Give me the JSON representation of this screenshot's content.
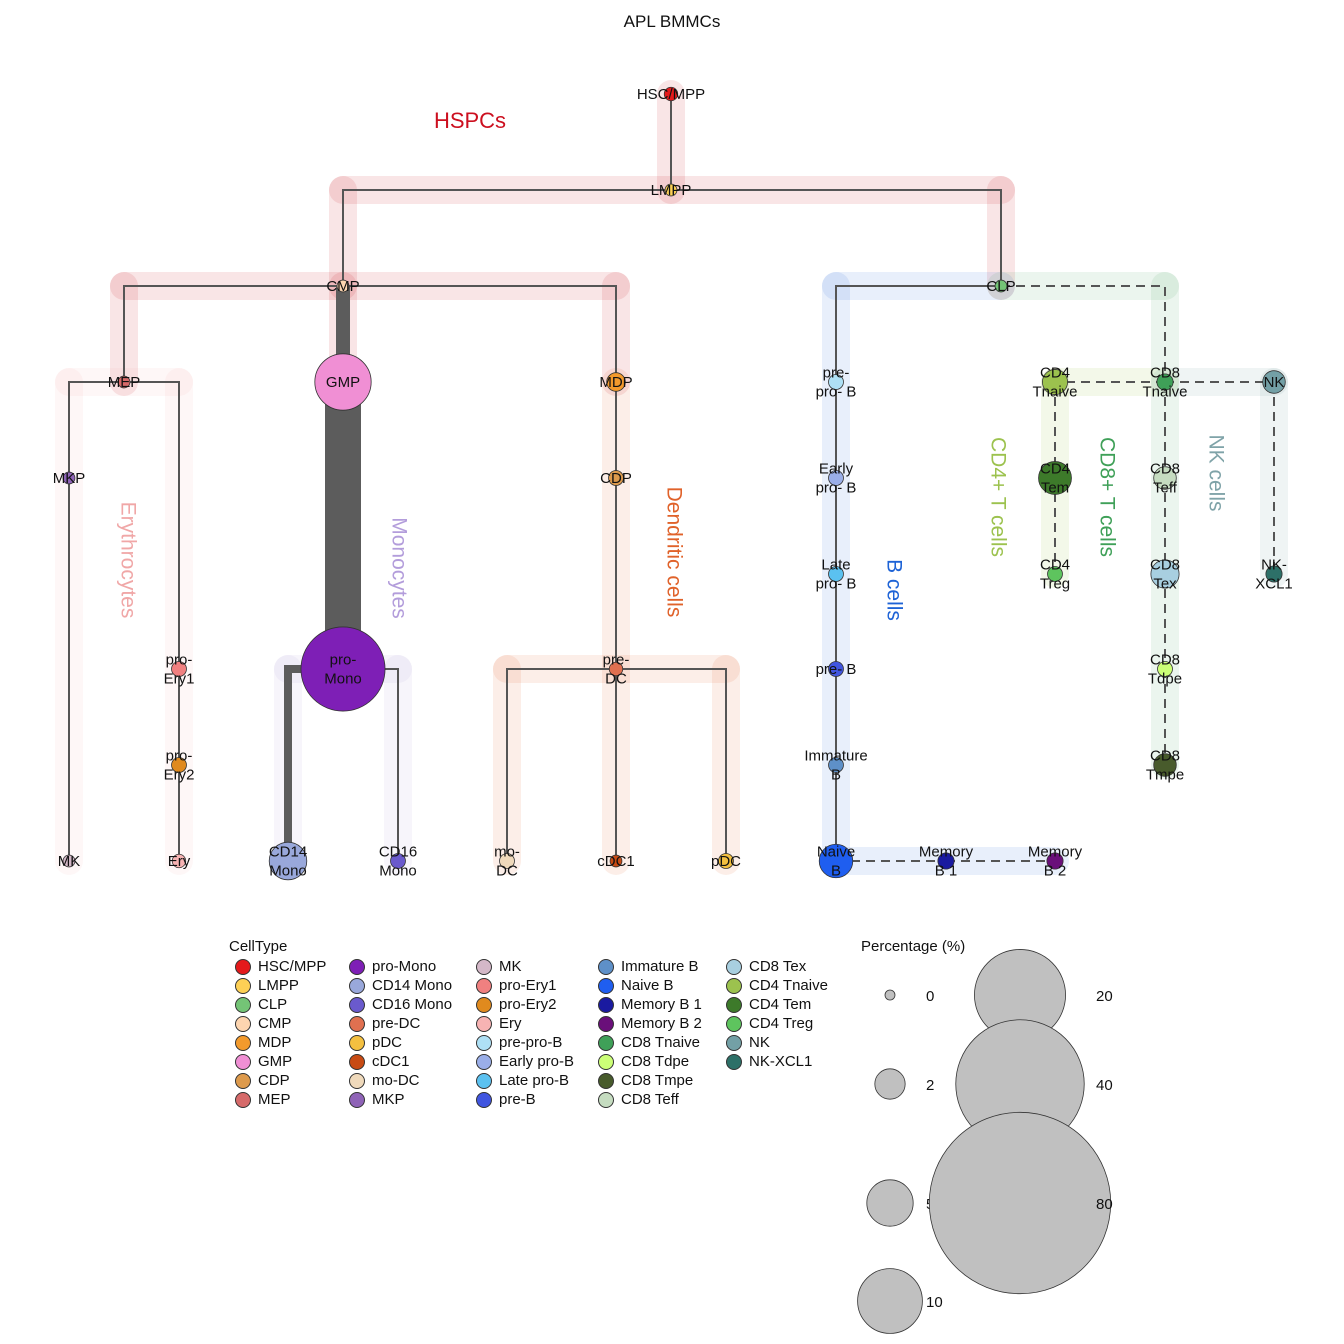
{
  "title": "APL BMMCs",
  "groups": [
    {
      "id": "hspc",
      "label": "HSPCs",
      "color": "#cc0f1f"
    },
    {
      "id": "ery",
      "label": "Erythrocytes",
      "color": "#f0a7a7"
    },
    {
      "id": "mono",
      "label": "Monocytes",
      "color": "#b39ddb"
    },
    {
      "id": "dc",
      "label": "Dendritic cells",
      "color": "#e0622a"
    },
    {
      "id": "b",
      "label": "B cells",
      "color": "#1e63d6"
    },
    {
      "id": "cd4",
      "label": "CD4+ T cells",
      "color": "#9cc24e"
    },
    {
      "id": "cd8",
      "label": "CD8+ T cells",
      "color": "#3fa058"
    },
    {
      "id": "nk",
      "label": "NK cells",
      "color": "#7fa3a8"
    }
  ],
  "nodes": [
    {
      "id": "hsc",
      "label": [
        "HSC/MPP"
      ],
      "color": "#e41a1c",
      "pct": 0.2
    },
    {
      "id": "lmpp",
      "label": [
        "LMPP"
      ],
      "color": "#fdd055",
      "pct": 0.1
    },
    {
      "id": "cmp",
      "label": [
        "CMP"
      ],
      "color": "#fdd5b0",
      "pct": 0.1
    },
    {
      "id": "clp",
      "label": [
        "CLP"
      ],
      "color": "#74c476",
      "pct": 0.1
    },
    {
      "id": "mep",
      "label": [
        "MEP"
      ],
      "color": "#d66a6a",
      "pct": 0.1
    },
    {
      "id": "gmp",
      "label": [
        "GMP"
      ],
      "color": "#f08fd4",
      "pct": 7.5
    },
    {
      "id": "mdp",
      "label": [
        "MDP"
      ],
      "color": "#f39a2c",
      "pct": 0.6
    },
    {
      "id": "mkp",
      "label": [
        "MKP"
      ],
      "color": "#8f63b7",
      "pct": 0.1
    },
    {
      "id": "cdp",
      "label": [
        "CDP"
      ],
      "color": "#dd9a4c",
      "pct": 0.3
    },
    {
      "id": "proery1",
      "label": [
        "pro-",
        "Ery1"
      ],
      "color": "#f08080",
      "pct": 0.3
    },
    {
      "id": "proery2",
      "label": [
        "pro-",
        "Ery2"
      ],
      "color": "#e08a1e",
      "pct": 0.3
    },
    {
      "id": "promono",
      "label": [
        "pro-",
        "Mono"
      ],
      "color": "#7e1fb6",
      "pct": 17
    },
    {
      "id": "predc",
      "label": [
        "pre-",
        "DC"
      ],
      "color": "#e07050",
      "pct": 0.2
    },
    {
      "id": "mk",
      "label": [
        "MK"
      ],
      "color": "#d4b8c8",
      "pct": 0.1
    },
    {
      "id": "ery",
      "label": [
        "Ery"
      ],
      "color": "#f7b3b3",
      "pct": 0.2
    },
    {
      "id": "cd14",
      "label": [
        "CD14",
        "Mono"
      ],
      "color": "#99a8db",
      "pct": 3.2
    },
    {
      "id": "cd16",
      "label": [
        "CD16",
        "Mono"
      ],
      "color": "#6a5acd",
      "pct": 0.3
    },
    {
      "id": "modc",
      "label": [
        "mo-",
        "DC"
      ],
      "color": "#efd9bb",
      "pct": 0.3
    },
    {
      "id": "cdc1",
      "label": [
        "cDC1"
      ],
      "color": "#c84b14",
      "pct": 0.1
    },
    {
      "id": "pdc",
      "label": [
        "pDC"
      ],
      "color": "#f4c040",
      "pct": 0.3
    },
    {
      "id": "preprob",
      "label": [
        "pre-",
        "pro- B"
      ],
      "color": "#aee0f5",
      "pct": 0.3
    },
    {
      "id": "earlyprob",
      "label": [
        "Early",
        "pro- B"
      ],
      "color": "#9aaee8",
      "pct": 0.3
    },
    {
      "id": "lateprob",
      "label": [
        "Late",
        "pro- B"
      ],
      "color": "#5bc1f0",
      "pct": 0.3
    },
    {
      "id": "preb",
      "label": [
        "pre- B"
      ],
      "color": "#4055e0",
      "pct": 0.3
    },
    {
      "id": "immb",
      "label": [
        "Immature",
        "B"
      ],
      "color": "#5e90c8",
      "pct": 0.3
    },
    {
      "id": "naiveb",
      "label": [
        "Naive",
        "B"
      ],
      "color": "#1f5ef0",
      "pct": 2.5
    },
    {
      "id": "memb1",
      "label": [
        "Memory",
        "B 1"
      ],
      "color": "#1a1aa0",
      "pct": 0.4
    },
    {
      "id": "memb2",
      "label": [
        "Memory",
        "B 2"
      ],
      "color": "#6a0f7a",
      "pct": 0.4
    },
    {
      "id": "cd4tn",
      "label": [
        "CD4",
        "Tnaive"
      ],
      "color": "#9cc24e",
      "pct": 1.3
    },
    {
      "id": "cd4tem",
      "label": [
        "CD4",
        "Tem"
      ],
      "color": "#3d7a2a",
      "pct": 2.4
    },
    {
      "id": "cd4treg",
      "label": [
        "CD4",
        "Treg"
      ],
      "color": "#5ec45e",
      "pct": 0.3
    },
    {
      "id": "cd8tn",
      "label": [
        "CD8",
        "Tnaive"
      ],
      "color": "#3fa058",
      "pct": 0.4
    },
    {
      "id": "cd8teff",
      "label": [
        "CD8",
        "Teff"
      ],
      "color": "#c5dcc0",
      "pct": 1.0
    },
    {
      "id": "cd8tex",
      "label": [
        "CD8",
        "Tex"
      ],
      "color": "#a8cfe0",
      "pct": 1.7
    },
    {
      "id": "cd8tdpe",
      "label": [
        "CD8",
        "Tdpe"
      ],
      "color": "#ccff77",
      "pct": 0.3
    },
    {
      "id": "cd8tmpe",
      "label": [
        "CD8",
        "Tmpe"
      ],
      "color": "#485b2c",
      "pct": 1.0
    },
    {
      "id": "nk",
      "label": [
        "NK"
      ],
      "color": "#73a0a6",
      "pct": 1.0
    },
    {
      "id": "nkxcl1",
      "label": [
        "NK-",
        "XCL1"
      ],
      "color": "#2d7068",
      "pct": 0.4
    }
  ],
  "edges": [
    {
      "from": "hsc",
      "to": "lmpp",
      "w": 1
    },
    {
      "from": "lmpp",
      "to": "cmp",
      "w": 1
    },
    {
      "from": "lmpp",
      "to": "clp",
      "w": 1
    },
    {
      "from": "cmp",
      "to": "mep",
      "w": 1
    },
    {
      "from": "cmp",
      "to": "gmp",
      "w": 7
    },
    {
      "from": "cmp",
      "to": "mdp",
      "w": 1
    },
    {
      "from": "mep",
      "to": "mkp",
      "w": 1
    },
    {
      "from": "mkp",
      "to": "mk",
      "w": 1
    },
    {
      "from": "mep",
      "to": "proery1",
      "w": 1
    },
    {
      "from": "proery1",
      "to": "proery2",
      "w": 1
    },
    {
      "from": "proery2",
      "to": "ery",
      "w": 1
    },
    {
      "from": "gmp",
      "to": "promono",
      "w": 18
    },
    {
      "from": "promono",
      "to": "cd14",
      "w": 4
    },
    {
      "from": "promono",
      "to": "cd16",
      "w": 1
    },
    {
      "from": "mdp",
      "to": "cdp",
      "w": 1
    },
    {
      "from": "cdp",
      "to": "predc",
      "w": 1
    },
    {
      "from": "predc",
      "to": "modc",
      "w": 1
    },
    {
      "from": "predc",
      "to": "cdc1",
      "w": 1
    },
    {
      "from": "predc",
      "to": "pdc",
      "w": 1
    },
    {
      "from": "clp",
      "to": "preprob",
      "w": 1
    },
    {
      "from": "preprob",
      "to": "earlyprob",
      "w": 1
    },
    {
      "from": "earlyprob",
      "to": "lateprob",
      "w": 1
    },
    {
      "from": "lateprob",
      "to": "preb",
      "w": 1
    },
    {
      "from": "preb",
      "to": "immb",
      "w": 1
    },
    {
      "from": "immb",
      "to": "naiveb",
      "w": 1
    },
    {
      "from": "naiveb",
      "to": "memb1",
      "w": 1,
      "dashed": true
    },
    {
      "from": "memb1",
      "to": "memb2",
      "w": 1,
      "dashed": true
    },
    {
      "from": "clp",
      "to": "cd8tn",
      "w": 1,
      "dashed": true
    },
    {
      "from": "cd8tn",
      "to": "cd4tn",
      "w": 1,
      "dashed": true
    },
    {
      "from": "cd8tn",
      "to": "nk",
      "w": 1,
      "dashed": true
    },
    {
      "from": "cd4tn",
      "to": "cd4tem",
      "w": 1,
      "dashed": true
    },
    {
      "from": "cd4tem",
      "to": "cd4treg",
      "w": 1,
      "dashed": true
    },
    {
      "from": "cd8tn",
      "to": "cd8teff",
      "w": 1,
      "dashed": true
    },
    {
      "from": "cd8teff",
      "to": "cd8tex",
      "w": 1,
      "dashed": true
    },
    {
      "from": "cd8tex",
      "to": "cd8tdpe",
      "w": 1,
      "dashed": true
    },
    {
      "from": "cd8tdpe",
      "to": "cd8tmpe",
      "w": 1,
      "dashed": true
    },
    {
      "from": "nk",
      "to": "nkxcl1",
      "w": 1,
      "dashed": true
    }
  ],
  "legend": {
    "title": "CellType",
    "items": [
      {
        "label": "HSC/MPP",
        "color": "#e41a1c"
      },
      {
        "label": "LMPP",
        "color": "#fdd055"
      },
      {
        "label": "CLP",
        "color": "#74c476"
      },
      {
        "label": "CMP",
        "color": "#fdd5b0"
      },
      {
        "label": "MDP",
        "color": "#f39a2c"
      },
      {
        "label": "GMP",
        "color": "#f08fd4"
      },
      {
        "label": "CDP",
        "color": "#dd9a4c"
      },
      {
        "label": "MEP",
        "color": "#d66a6a"
      },
      {
        "label": "pro-Mono",
        "color": "#7e1fb6"
      },
      {
        "label": "CD14 Mono",
        "color": "#99a8db"
      },
      {
        "label": "CD16 Mono",
        "color": "#6a5acd"
      },
      {
        "label": "pre-DC",
        "color": "#e07050"
      },
      {
        "label": "pDC",
        "color": "#f4c040"
      },
      {
        "label": "cDC1",
        "color": "#c84b14"
      },
      {
        "label": "mo-DC",
        "color": "#efd9bb"
      },
      {
        "label": "MKP",
        "color": "#8f63b7"
      },
      {
        "label": "MK",
        "color": "#d4b8c8"
      },
      {
        "label": "pro-Ery1",
        "color": "#f08080"
      },
      {
        "label": "pro-Ery2",
        "color": "#e08a1e"
      },
      {
        "label": "Ery",
        "color": "#f7b3b3"
      },
      {
        "label": "pre-pro-B",
        "color": "#aee0f5"
      },
      {
        "label": "Early pro-B",
        "color": "#9aaee8"
      },
      {
        "label": "Late pro-B",
        "color": "#5bc1f0"
      },
      {
        "label": "pre-B",
        "color": "#4055e0"
      },
      {
        "label": "Immature B",
        "color": "#5e90c8"
      },
      {
        "label": "Naive B",
        "color": "#1f5ef0"
      },
      {
        "label": "Memory B 1",
        "color": "#1a1aa0"
      },
      {
        "label": "Memory B 2",
        "color": "#6a0f7a"
      },
      {
        "label": "CD8 Tnaive",
        "color": "#3fa058"
      },
      {
        "label": "CD8 Tdpe",
        "color": "#ccff77"
      },
      {
        "label": "CD8 Tmpe",
        "color": "#485b2c"
      },
      {
        "label": "CD8 Teff",
        "color": "#c5dcc0"
      },
      {
        "label": "CD8 Tex",
        "color": "#a8cfe0"
      },
      {
        "label": "CD4 Tnaive",
        "color": "#9cc24e"
      },
      {
        "label": "CD4 Tem",
        "color": "#3d7a2a"
      },
      {
        "label": "CD4 Treg",
        "color": "#5ec45e"
      },
      {
        "label": "NK",
        "color": "#73a0a6"
      },
      {
        "label": "NK-XCL1",
        "color": "#2d7068"
      }
    ]
  },
  "size_legend": {
    "title": "Percentage (%)",
    "items": [
      {
        "label": "0",
        "value": 0
      },
      {
        "label": "2",
        "value": 2
      },
      {
        "label": "5",
        "value": 5
      },
      {
        "label": "10",
        "value": 10
      },
      {
        "label": "20",
        "value": 20
      },
      {
        "label": "40",
        "value": 40
      },
      {
        "label": "80",
        "value": 80
      }
    ]
  }
}
